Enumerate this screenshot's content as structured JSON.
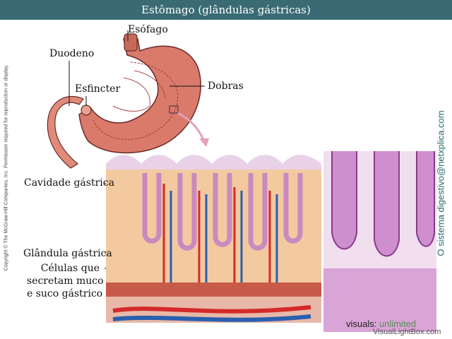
{
  "title": "Estômago (glândulas gástricas)",
  "labels": {
    "esofago": "Esófago",
    "duodeno": "Duodeno",
    "esfincter": "Esfincter",
    "dobras": "Dobras",
    "cavidade": "Cavidade gástrica",
    "glandula": "Glândula gástrica",
    "celulas_1": "Células que",
    "celulas_2": "secretam muco",
    "celulas_3": "e suco gástrico"
  },
  "copyright": "Copyright © The McGraw-Hill Companies, Inc. Permission required for reproduction or display.",
  "side_text": "O sistema digestivo@netxplica.com",
  "visuals": {
    "prefix": "visuals:",
    "suffix": "unlimited"
  },
  "watermark": "VisualLightBox.com",
  "colors": {
    "title_bar": "#3a6a73",
    "stomach": "#d97a6a",
    "tissue": "#f3c9a0",
    "gland": "#c98ac0",
    "artery": "#d32a2a",
    "vein": "#2a5fb0"
  }
}
